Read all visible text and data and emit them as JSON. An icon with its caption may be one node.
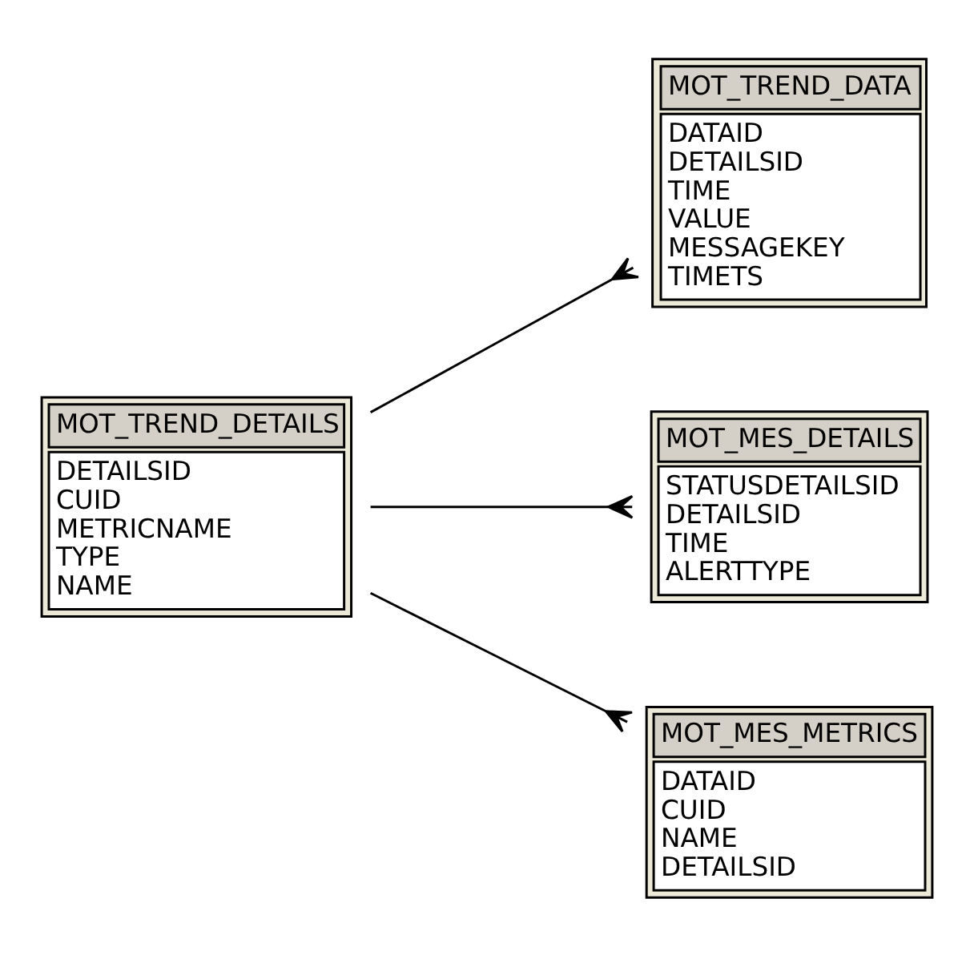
{
  "diagram": {
    "nodes": [
      {
        "text": [
          "MOT_TREND_DETAILS",
          "DETAILSID",
          "CUID",
          "METRICNAME",
          "TYPE",
          "NAME"
        ]
      },
      {
        "text": [
          "MOT_TREND_DATA",
          "DATAID",
          "DETAILSID",
          "TIME",
          "VALUE",
          "MESSAGEKEY",
          "TIMETS"
        ]
      },
      {
        "text": [
          "MOT_MES_DETAILS",
          "STATUSDETAILSID",
          "DETAILSID",
          "TIME",
          "ALERTTYPE"
        ]
      },
      {
        "text": [
          "MOT_MES_METRICS",
          "DATAID",
          "CUID",
          "NAME",
          "DETAILSID"
        ]
      }
    ],
    "edges": [
      {
        "from": 0,
        "to": 1,
        "arrow": "other"
      },
      {
        "from": 0,
        "to": 2,
        "arrow": "other"
      },
      {
        "from": 0,
        "to": 3,
        "arrow": "other"
      }
    ]
  }
}
